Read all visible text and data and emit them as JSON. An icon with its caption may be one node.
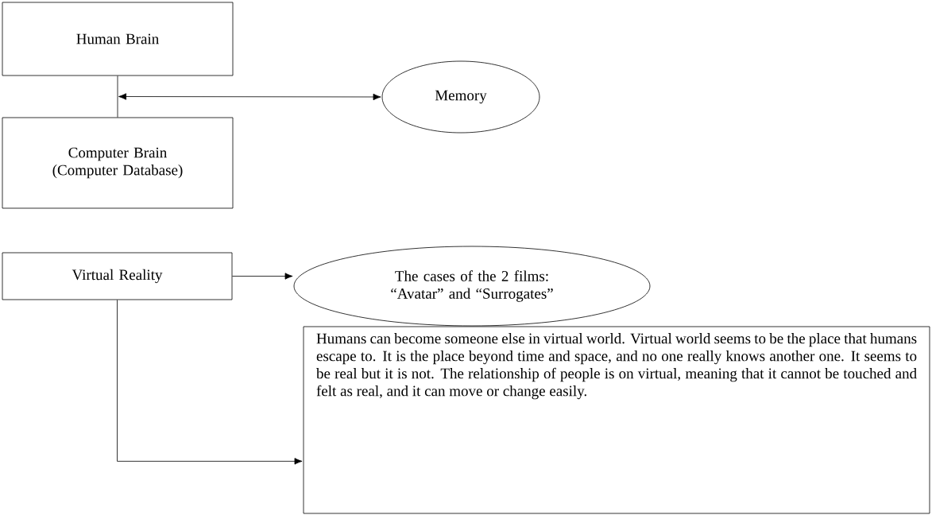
{
  "diagram": {
    "nodes": [
      {
        "text": [
          "Human Brain"
        ]
      },
      {
        "text": [
          "Computer Brain (Computer Database)"
        ]
      },
      {
        "text": [
          "Memory"
        ]
      },
      {
        "text": [
          "Virtual Reality"
        ]
      },
      {
        "text": [
          "The cases of the 2 films: “Avatar” and “Surrogates”"
        ]
      },
      {
        "text": [
          "Humans can become someone else in virtual world. Virtual world seems to be the place that humans escape to. It is the place beyond time and space, and no one really knows another one. It seems to be real but it is not. The relationship of people is on virtual, meaning that it cannot be touched and felt as real, and it can move or change easily."
        ]
      }
    ],
    "edges": [
      {
        "from": 0,
        "to": 1,
        "arrow": "none"
      },
      {
        "from": null,
        "to": 2,
        "arrow": "both"
      },
      {
        "from": 3,
        "to": 4,
        "arrow": "to"
      },
      {
        "from": 3,
        "to": 5,
        "arrow": "to"
      }
    ]
  }
}
